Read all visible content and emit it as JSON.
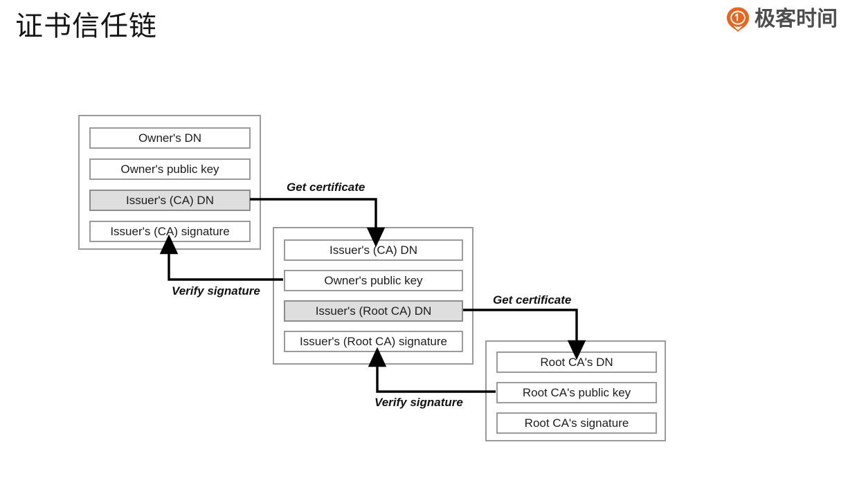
{
  "header": {
    "title": "证书信任链",
    "brand": {
      "name": "极客时间",
      "icon": "geektime-drop-logo",
      "color": "#e8651f"
    }
  },
  "diagram": {
    "type": "certificate-trust-chain",
    "colors": {
      "box_border": "#9a9a9a",
      "shaded_row": "#dedede",
      "arrow": "#000000",
      "text": "#1c1c1c"
    },
    "cards": [
      {
        "id": "end-entity-certificate",
        "name": "owner-certificate",
        "rows": [
          {
            "label": "Owner's DN",
            "shaded": false
          },
          {
            "label": "Owner's public key",
            "shaded": false
          },
          {
            "label": "Issuer's (CA) DN",
            "shaded": true
          },
          {
            "label": "Issuer's (CA) signature",
            "shaded": false
          }
        ]
      },
      {
        "id": "intermediate-ca-certificate",
        "name": "ca-certificate",
        "rows": [
          {
            "label": "Issuer's (CA) DN",
            "shaded": false
          },
          {
            "label": "Owner's public key",
            "shaded": false
          },
          {
            "label": "Issuer's (Root CA) DN",
            "shaded": true
          },
          {
            "label": "Issuer's (Root CA) signature",
            "shaded": false
          }
        ]
      },
      {
        "id": "root-ca-certificate",
        "name": "root-ca-certificate",
        "rows": [
          {
            "label": "Root CA's DN",
            "shaded": false
          },
          {
            "label": "Root CA's public key",
            "shaded": false
          },
          {
            "label": "Root CA's signature",
            "shaded": false
          }
        ]
      }
    ],
    "edges": [
      {
        "id": "get-certificate-1",
        "label": "Get certificate",
        "from": "owner-certificate.Issuer's (CA) DN",
        "to": "ca-certificate.Issuer's (CA) DN"
      },
      {
        "id": "verify-signature-1",
        "label": "Verify signature",
        "from": "ca-certificate.Owner's public key",
        "to": "owner-certificate.Issuer's (CA) signature"
      },
      {
        "id": "get-certificate-2",
        "label": "Get certificate",
        "from": "ca-certificate.Issuer's (Root CA) DN",
        "to": "root-ca-certificate.Root CA's DN"
      },
      {
        "id": "verify-signature-2",
        "label": "Verify signature",
        "from": "root-ca-certificate.Root CA's public key",
        "to": "ca-certificate.Issuer's (Root CA) signature"
      }
    ]
  }
}
